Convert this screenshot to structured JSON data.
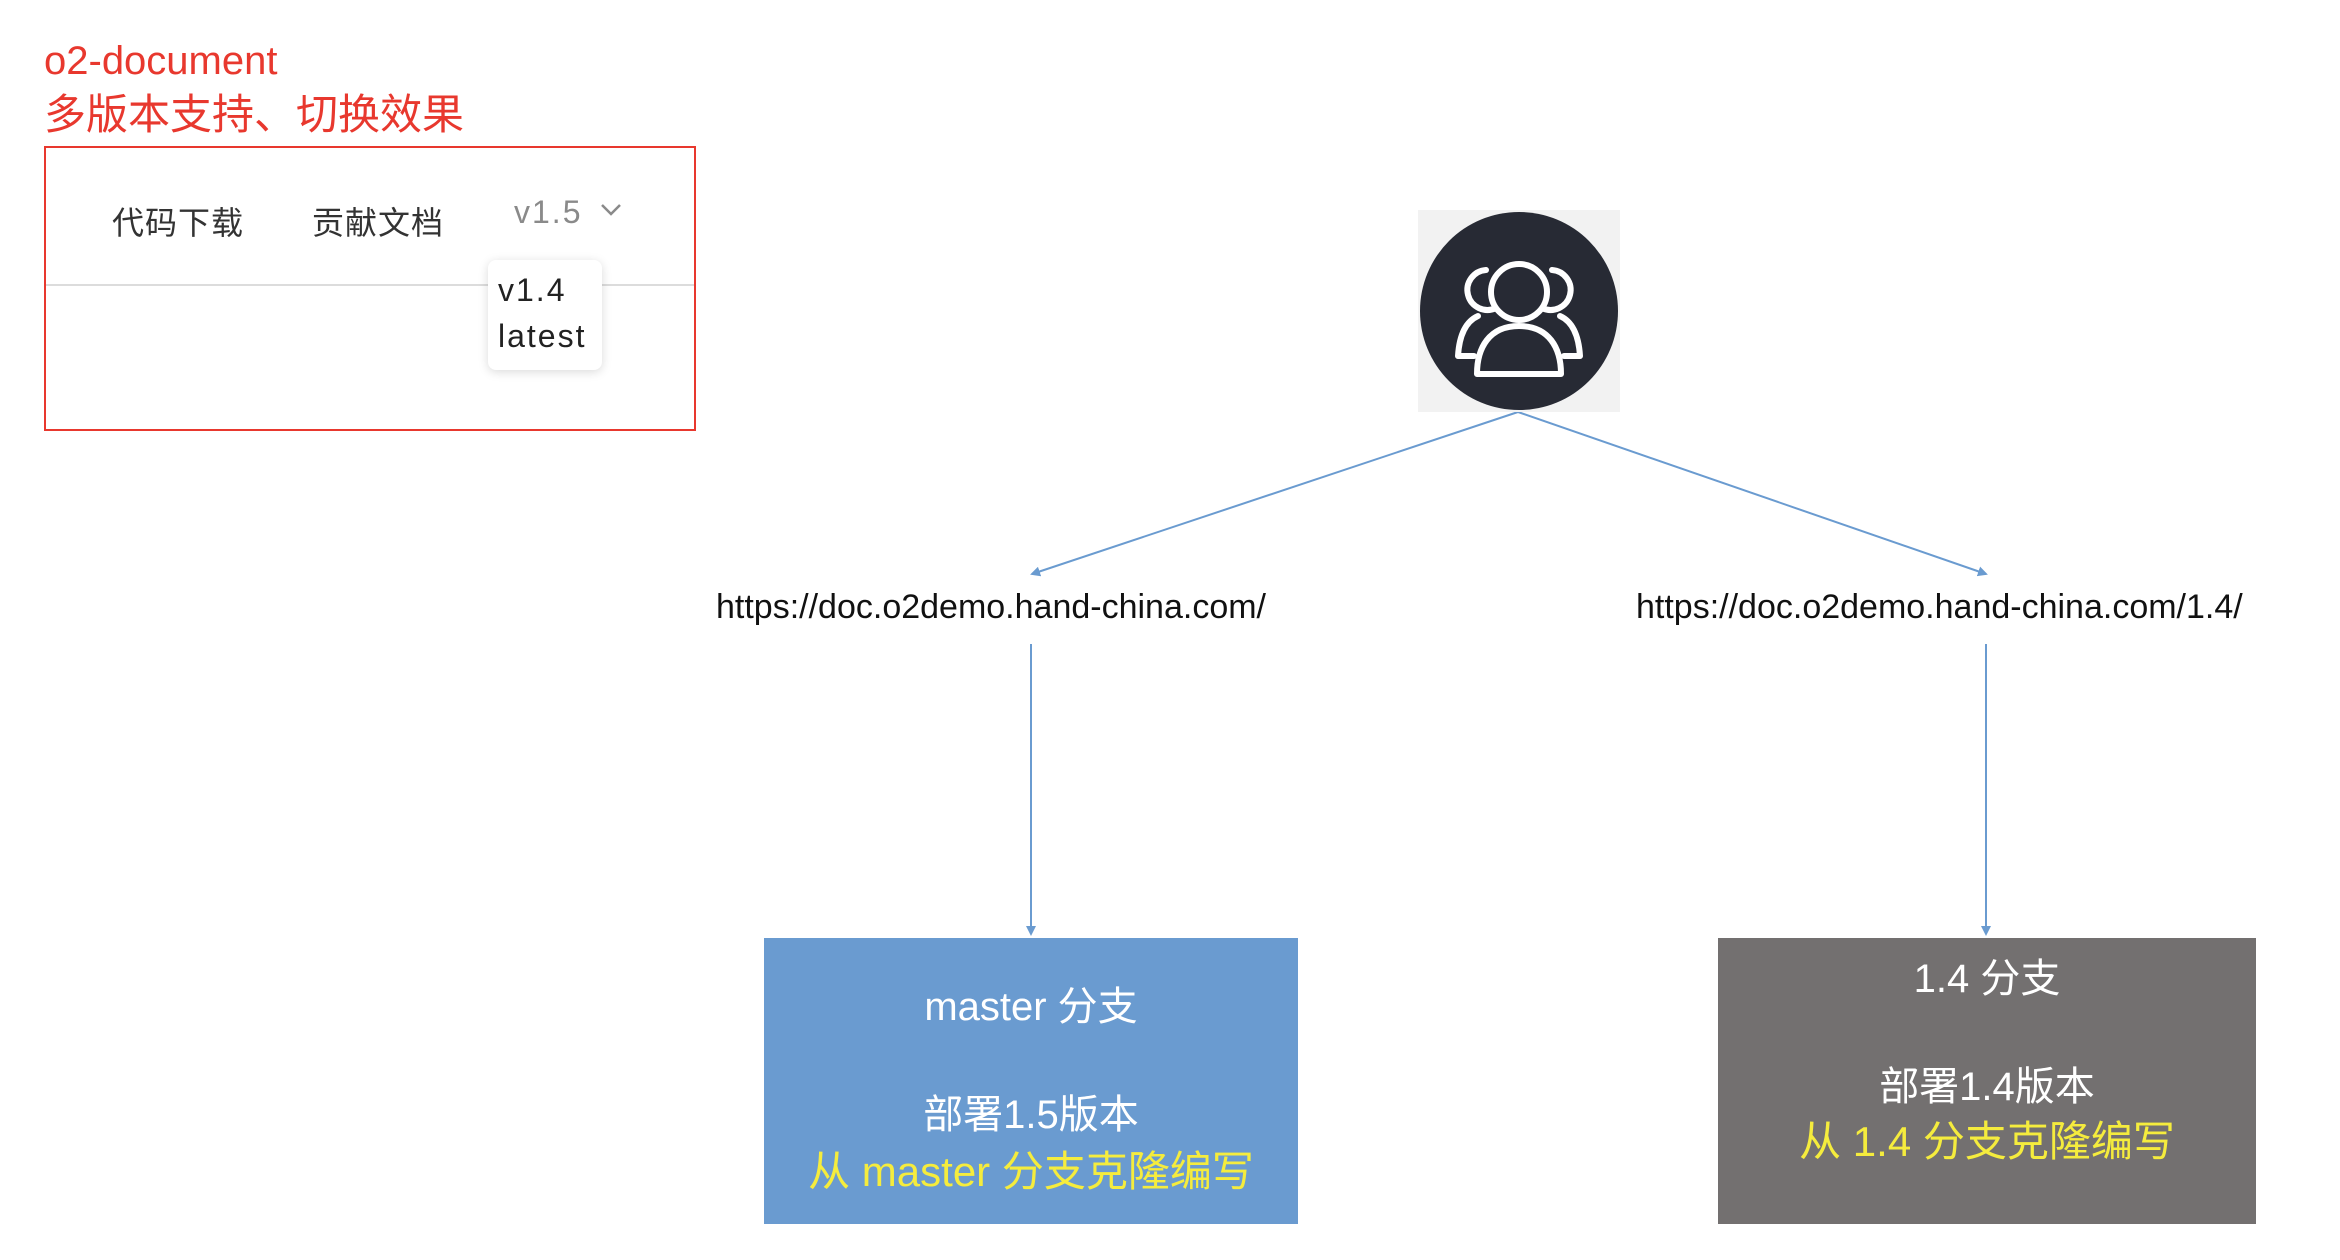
{
  "caption": {
    "title": "o2-document",
    "subtitle": "多版本支持、切换效果"
  },
  "mockup": {
    "nav_items": [
      "代码下载",
      "贡献文档"
    ],
    "version_selected": "v1.5",
    "version_options": [
      "v1.4",
      "latest"
    ]
  },
  "icon": "users-group-icon",
  "urls": {
    "left": "https://doc.o2demo.hand-china.com/",
    "right": "https://doc.o2demo.hand-china.com/1.4/"
  },
  "branches": {
    "master": {
      "title": "master 分支",
      "line2": "部署1.5版本",
      "line3": "从 master 分支克隆编写"
    },
    "v14": {
      "title": "1.4  分支",
      "line2": "部署1.4版本",
      "line3": "从 1.4 分支克隆编写"
    }
  },
  "colors": {
    "caption": "#e8382e",
    "master_box": "#6a9bd0",
    "v14_box": "#737070",
    "highlight_text": "#f5ec3d",
    "connector": "#6a9bd0",
    "icon_bg": "#272a34"
  }
}
